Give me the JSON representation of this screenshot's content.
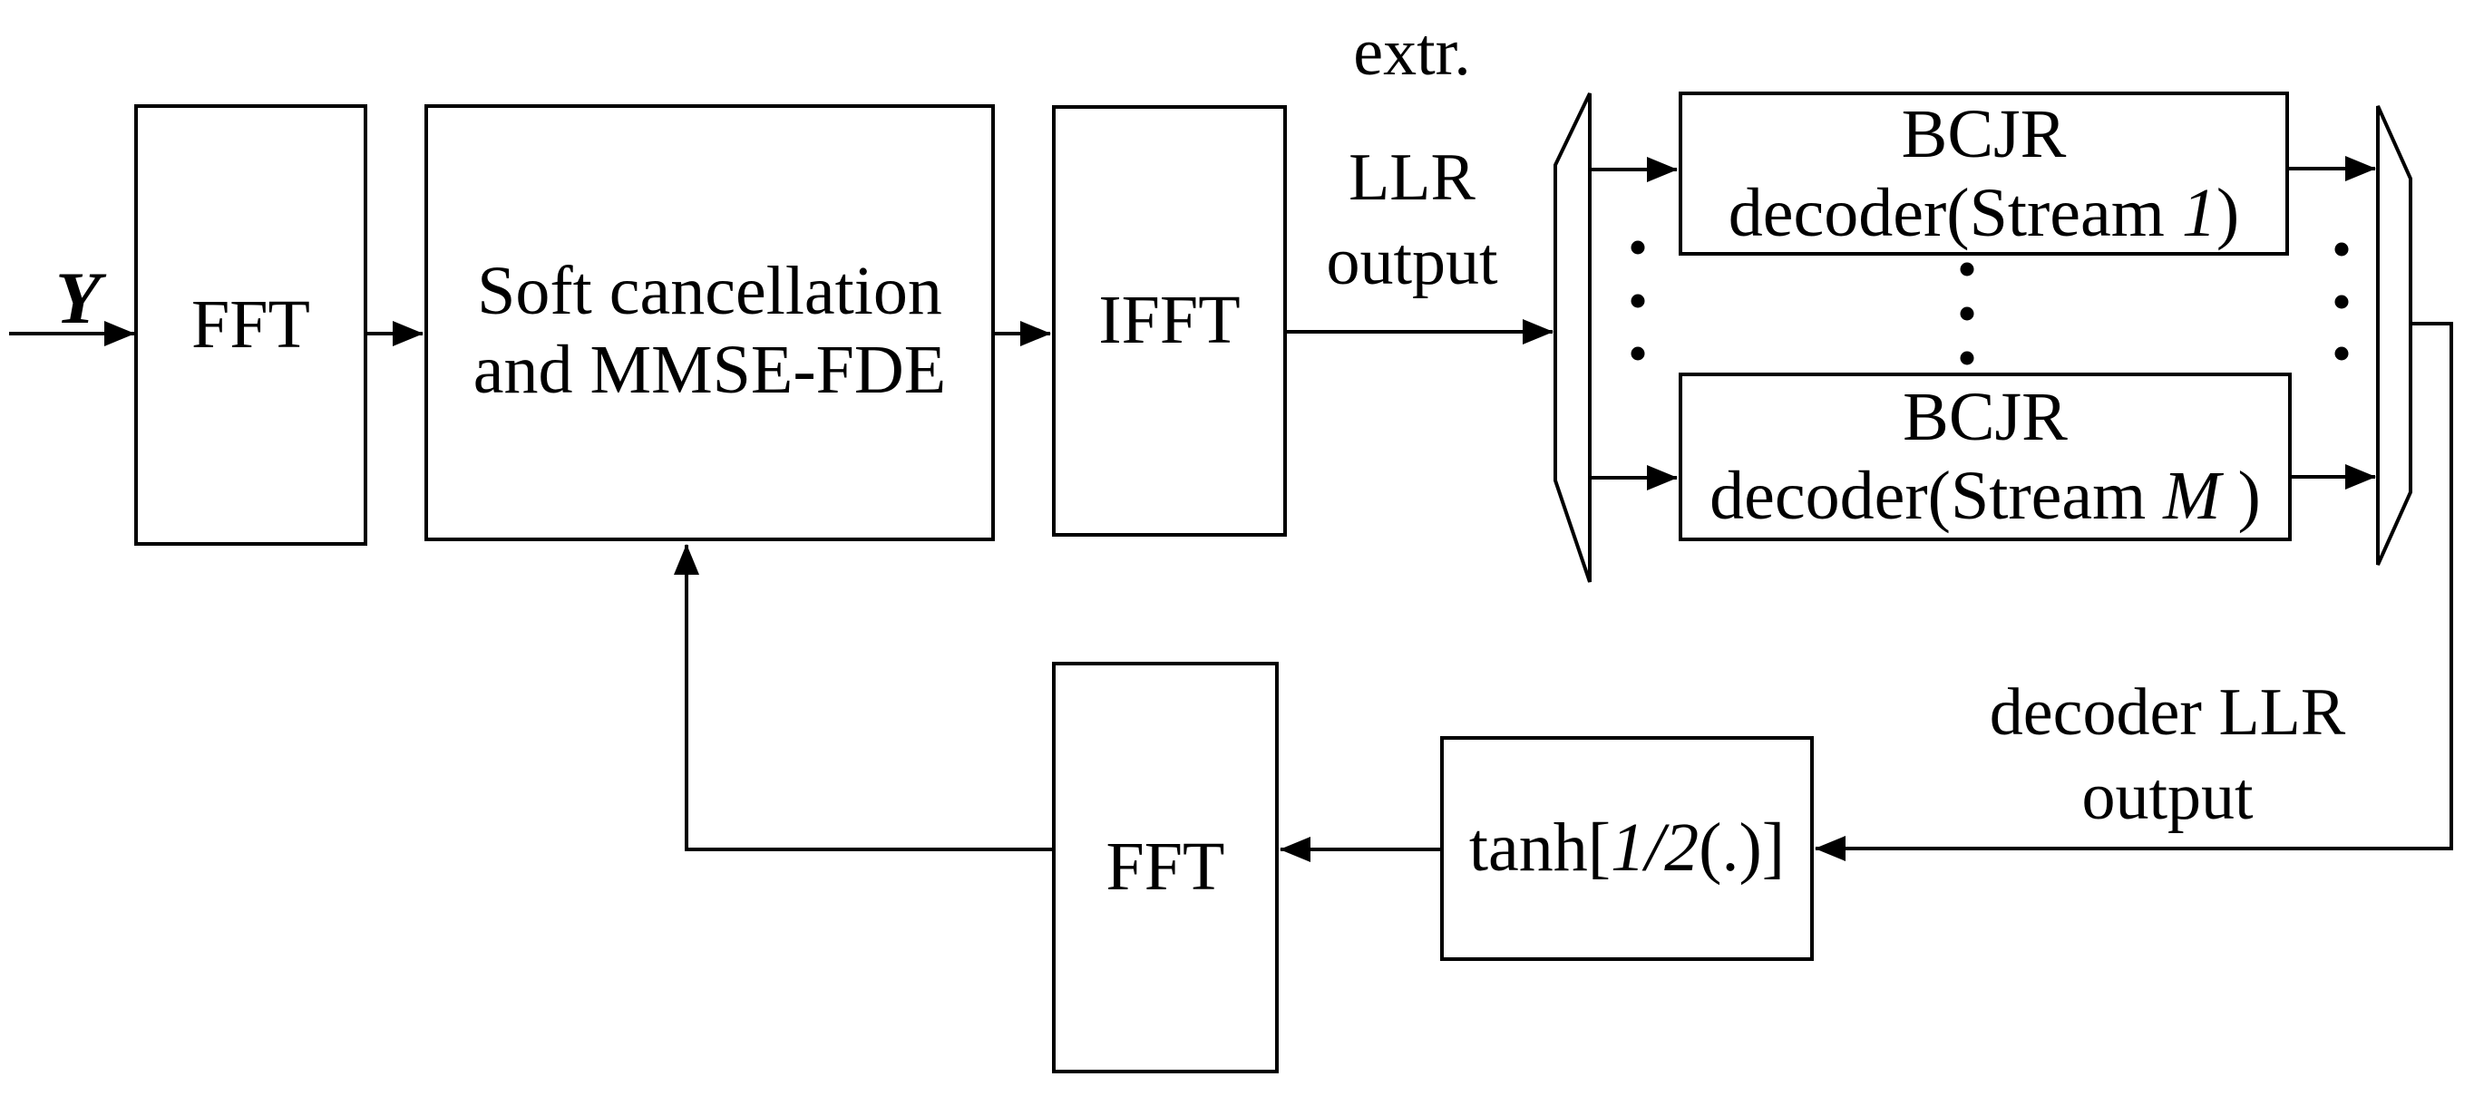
{
  "page": {
    "background_color": "#ffffff",
    "ink_color": "#000000"
  },
  "labels": {
    "input_symbol": "Y",
    "extr": "extr.",
    "llr_output": {
      "line1": "LLR",
      "line2": "output"
    },
    "decoder_llr_output": {
      "line1": "decoder LLR",
      "line2": "output"
    }
  },
  "blocks": {
    "fft_front": {
      "label": "FFT"
    },
    "soft_mmse": {
      "line1": "Soft cancellation",
      "line2": "and MMSE-FDE"
    },
    "ifft": {
      "label": "IFFT"
    },
    "bcjr_stream1": {
      "line1": "BCJR",
      "line2": [
        {
          "t": "decoder(Stream ",
          "i": false
        },
        {
          "t": "1",
          "i": true
        },
        {
          "t": ")",
          "i": false
        }
      ]
    },
    "bcjr_streamM": {
      "line1": "BCJR",
      "line2": [
        {
          "t": "decoder(Stream ",
          "i": false
        },
        {
          "t": "M",
          "i": true
        },
        {
          "t": " )",
          "i": false
        }
      ]
    },
    "tanh": {
      "label": [
        {
          "t": "tanh[",
          "i": false
        },
        {
          "t": "1/2",
          "i": true
        },
        {
          "t": "(.)]",
          "i": false
        }
      ]
    },
    "fft_feedback": {
      "label": "FFT"
    }
  }
}
